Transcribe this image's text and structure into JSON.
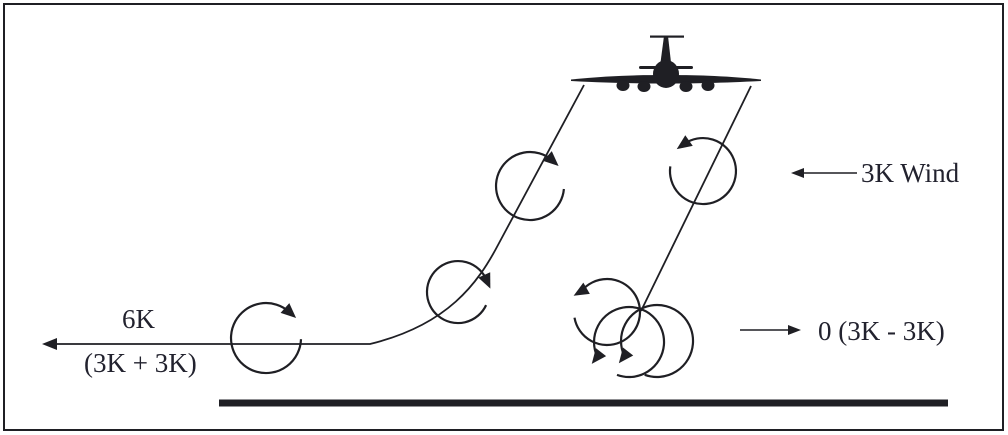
{
  "figure": {
    "labels": {
      "wind": "3K Wind",
      "downwind_vortex": "0 (3K - 3K)",
      "upwind_vortex_speed": "6K",
      "upwind_vortex_sum": "(3K + 3K)"
    },
    "colors": {
      "ink": "#1f1f24",
      "background": "#ffffff"
    },
    "icons": {
      "airplane": "airplane-front-icon",
      "left_trail_vortices": "clockwise-vortex-icon",
      "right_trail_vortices": "counterclockwise-vortex-icon",
      "wind_arrow": "left-arrow-icon",
      "zero_drift_arrow": "right-arrow-icon",
      "upwind_drift_arrow": "left-arrow-icon",
      "ground": "runway-ground-line"
    }
  }
}
